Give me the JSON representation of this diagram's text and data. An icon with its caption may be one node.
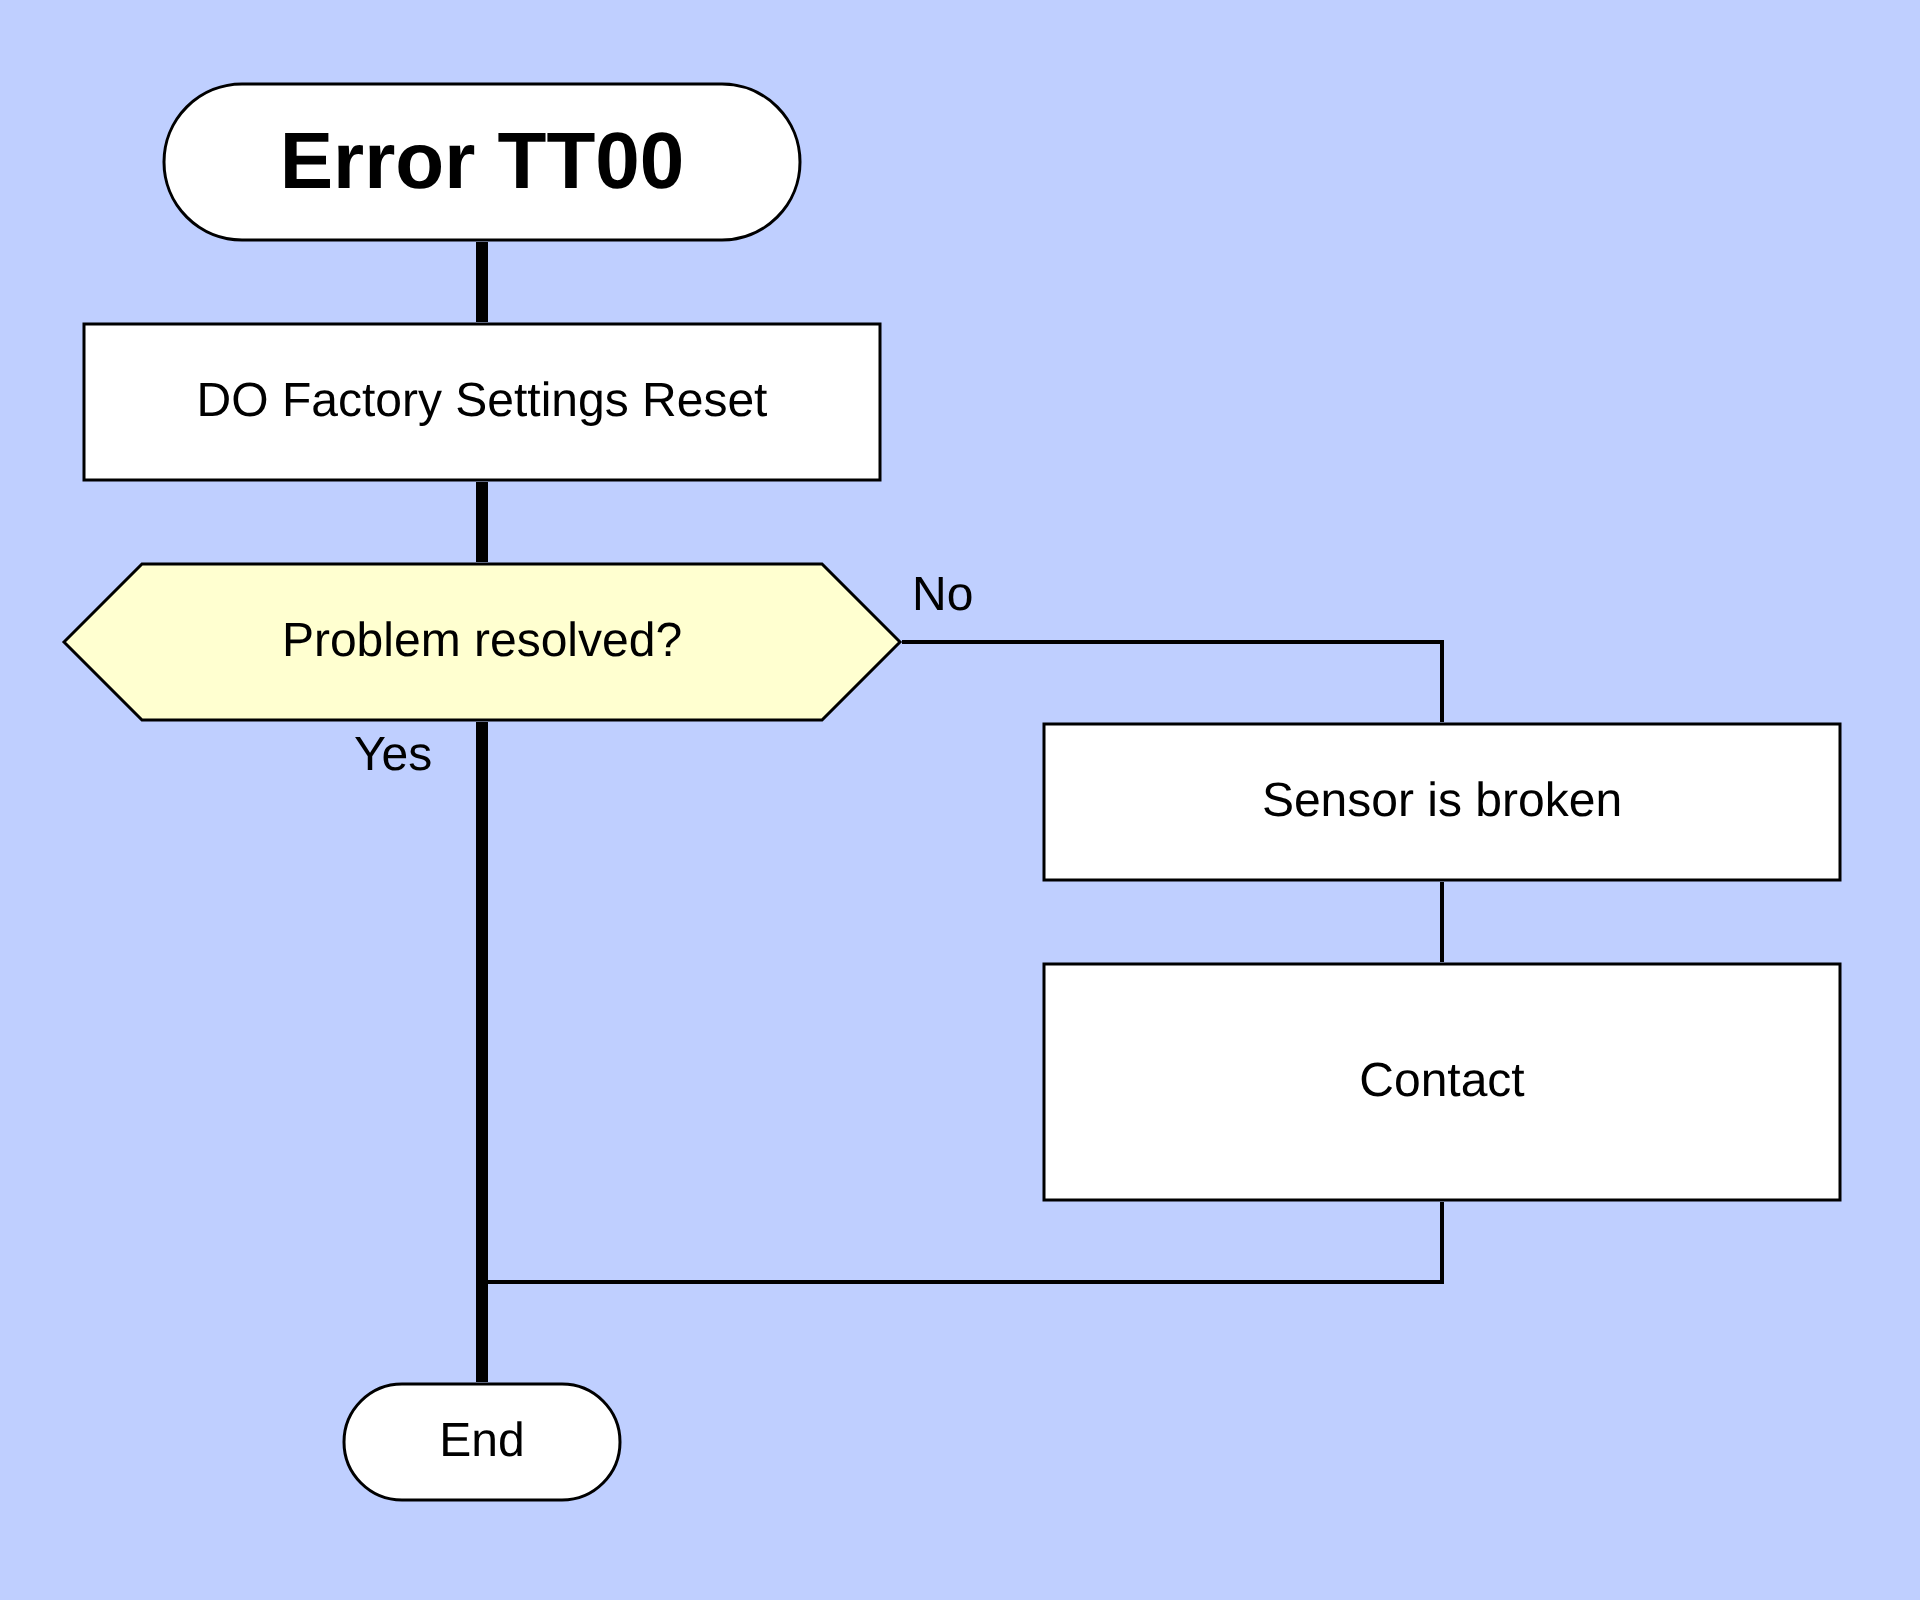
{
  "diagram": {
    "nodes": [
      {
        "text": [
          "Error TT00"
        ]
      },
      {
        "text": [
          "DO Factory Settings Reset"
        ]
      },
      {
        "text": [
          "Problem resolved?"
        ]
      },
      {
        "text": [
          "Sensor is broken"
        ]
      },
      {
        "text": [
          "Contact"
        ]
      },
      {
        "text": [
          "End"
        ]
      }
    ],
    "edges": [
      {
        "from": 0,
        "to": 1,
        "arrow": "none",
        "style": "thick"
      },
      {
        "from": 1,
        "to": 2,
        "arrow": "none",
        "style": "thick"
      },
      {
        "from": 2,
        "to": 5,
        "arrow": "none",
        "style": "thick",
        "label": "Yes"
      },
      {
        "from": 2,
        "to": 3,
        "arrow": "none",
        "label": "No"
      },
      {
        "from": 3,
        "to": 4,
        "arrow": "none"
      },
      {
        "from": 4,
        "to": 5,
        "arrow": "none"
      }
    ]
  }
}
